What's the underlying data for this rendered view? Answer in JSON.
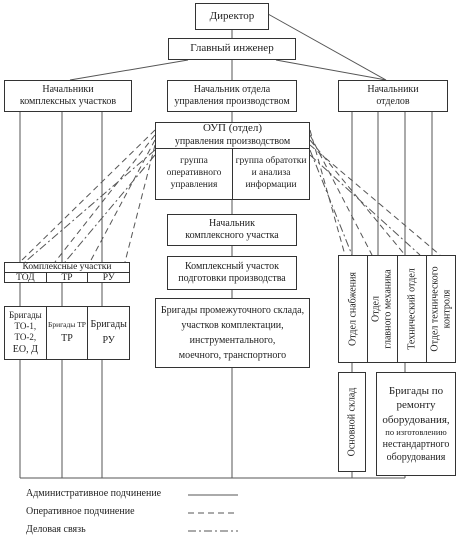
{
  "director": "Директор",
  "chief_engineer": "Главный инженер",
  "heads_complex_sites": [
    "Начальники",
    "комплексных участков"
  ],
  "head_production_dept": [
    "Начальник отдела",
    "управления производством"
  ],
  "heads_depts": [
    "Начальники",
    "отделов"
  ],
  "oup": {
    "title": [
      "ОУП (отдел)",
      "управления производством"
    ],
    "group_operative": [
      "группа",
      "оперативного",
      "управления"
    ],
    "group_processing": [
      "группа обратотки",
      "и анализа",
      "информации"
    ]
  },
  "head_complex_site": [
    "Начальник",
    "комплексного участка"
  ],
  "complex_prep_site": [
    "Комплексный участок",
    "подготовки производства"
  ],
  "brigades_intermediate": [
    "Бригады промежуточного склада,",
    "участков комплектации,",
    "инструментального,",
    "моечного, транспортного"
  ],
  "complex_sites": {
    "title": "Комплексные участки",
    "cols": [
      "ТОД",
      "ТР",
      "РУ"
    ]
  },
  "brigades": {
    "to": [
      "Бригады",
      "ТО-1, ТО-2,",
      "ЕО, Д"
    ],
    "tr_caption": "Бригады ТР",
    "tr_code": "ТР",
    "ru": [
      "Бригады",
      "РУ"
    ]
  },
  "depts": {
    "supply": "Отдел снабжения",
    "chief_mechanic": [
      "Отдел",
      "главного механика"
    ],
    "technical": "Технический отдел",
    "quality": [
      "Отдел технического",
      "контроля"
    ]
  },
  "main_warehouse": "Основной склад",
  "repair_brigades": [
    "Бригады по",
    "ремонту",
    "оборудования,",
    "по изготовлению",
    "нестандартного",
    "оборудования"
  ],
  "legend": {
    "admin": "Административное подчинение",
    "operative": "Оперативное подчинение",
    "business": "Деловая связь"
  }
}
